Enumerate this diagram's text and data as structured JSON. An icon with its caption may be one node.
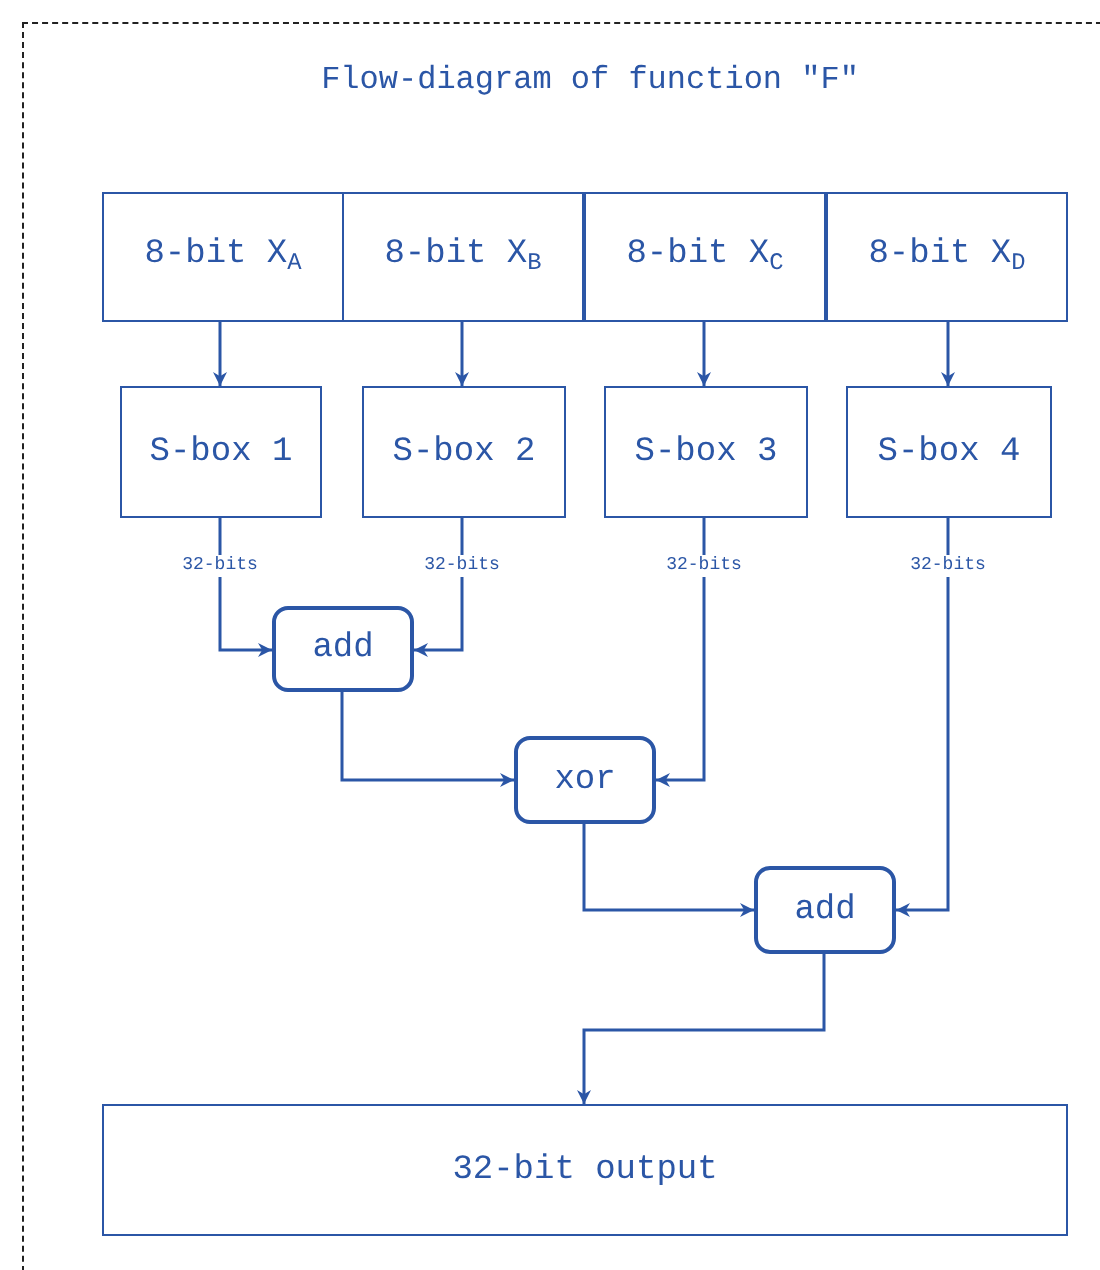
{
  "diagram": {
    "title": "Flow-diagram of function \"F\"",
    "nodes": [
      {
        "text": [
          "8-bit X$_{A}$"
        ]
      },
      {
        "text": [
          "8-bit X$_{B}$"
        ]
      },
      {
        "text": [
          "8-bit X$_{C}$"
        ]
      },
      {
        "text": [
          "8-bit X$_{D}$"
        ]
      },
      {
        "text": [
          "S-box 1"
        ]
      },
      {
        "text": [
          "S-box 2"
        ]
      },
      {
        "text": [
          "S-box 3"
        ]
      },
      {
        "text": [
          "S-box 4"
        ]
      },
      {
        "text": [
          "add"
        ]
      },
      {
        "text": [
          "xor"
        ]
      },
      {
        "text": [
          "add"
        ]
      },
      {
        "text": [
          "32-bit output"
        ]
      }
    ],
    "edges": [
      {
        "from": 0,
        "to": 4,
        "arrow": "to"
      },
      {
        "from": 1,
        "to": 5,
        "arrow": "to"
      },
      {
        "from": 2,
        "to": 6,
        "arrow": "to"
      },
      {
        "from": 3,
        "to": 7,
        "arrow": "to"
      },
      {
        "from": 4,
        "to": 8,
        "arrow": "to",
        "label": "32-bits"
      },
      {
        "from": 5,
        "to": 8,
        "arrow": "to",
        "label": "32-bits"
      },
      {
        "from": 6,
        "to": 9,
        "arrow": "to",
        "label": "32-bits"
      },
      {
        "from": 7,
        "to": 10,
        "arrow": "to",
        "label": "32-bits"
      },
      {
        "from": 8,
        "to": 9,
        "arrow": "to"
      },
      {
        "from": 9,
        "to": 10,
        "arrow": "to"
      },
      {
        "from": 10,
        "to": 11,
        "arrow": "to"
      }
    ]
  }
}
